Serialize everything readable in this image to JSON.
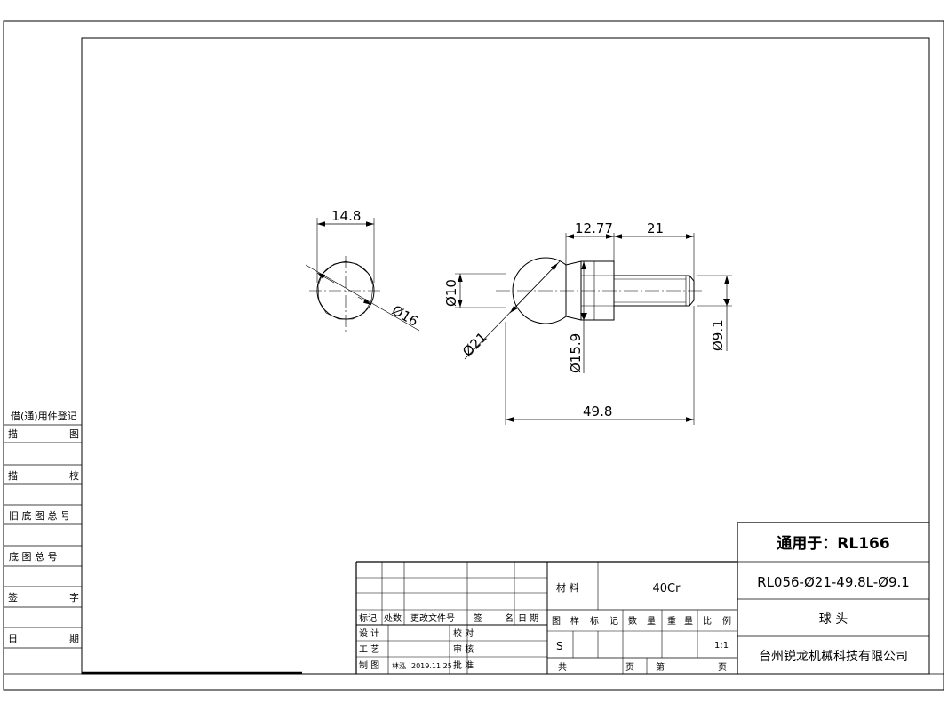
{
  "dimensions": {
    "d_14_8": "14.8",
    "d_dia16": "Ø16",
    "d_12_77": "12.77",
    "d_21": "21",
    "d_dia10": "Ø10",
    "d_dia21": "Ø21",
    "d_dia15_9": "Ø15.9",
    "d_dia9_1": "Ø9.1",
    "d_49_8": "49.8"
  },
  "side_column": {
    "title": "借(通)用件登记",
    "row1": [
      "描",
      "图"
    ],
    "row2": [
      "描",
      "校"
    ],
    "row3": "旧 底 图 总 号",
    "row4": "底 图 总 号",
    "row5": [
      "签",
      "字"
    ],
    "row6": [
      "日",
      "期"
    ]
  },
  "title_block": {
    "applies_to": "通用于：RL166",
    "part_number": "RL056-Ø21-49.8L-Ø9.1",
    "part_name": "球 头",
    "company": "台州锐龙机械科技有限公司",
    "material_label": "材 料",
    "material_value": "40Cr",
    "rev_headers": [
      "标记",
      "处数",
      "更改文件号",
      "签",
      "名",
      "日 期"
    ],
    "design_label": "设 计",
    "process_label": "工 艺",
    "drawn_label": "制 图",
    "drawn_name": "林泓",
    "drawn_date": "2019.11.25",
    "check_label": "校 对",
    "review_label": "审 核",
    "approve_label": "批 准",
    "grid_headers": [
      "图",
      "样",
      "标",
      "记",
      "数",
      "量",
      "重",
      "量",
      "比",
      "例"
    ],
    "mark_value": "S",
    "scale_value": "1:1",
    "total_label": "共",
    "page_label": "页",
    "sheet_label": "第",
    "page_label2": "页"
  }
}
